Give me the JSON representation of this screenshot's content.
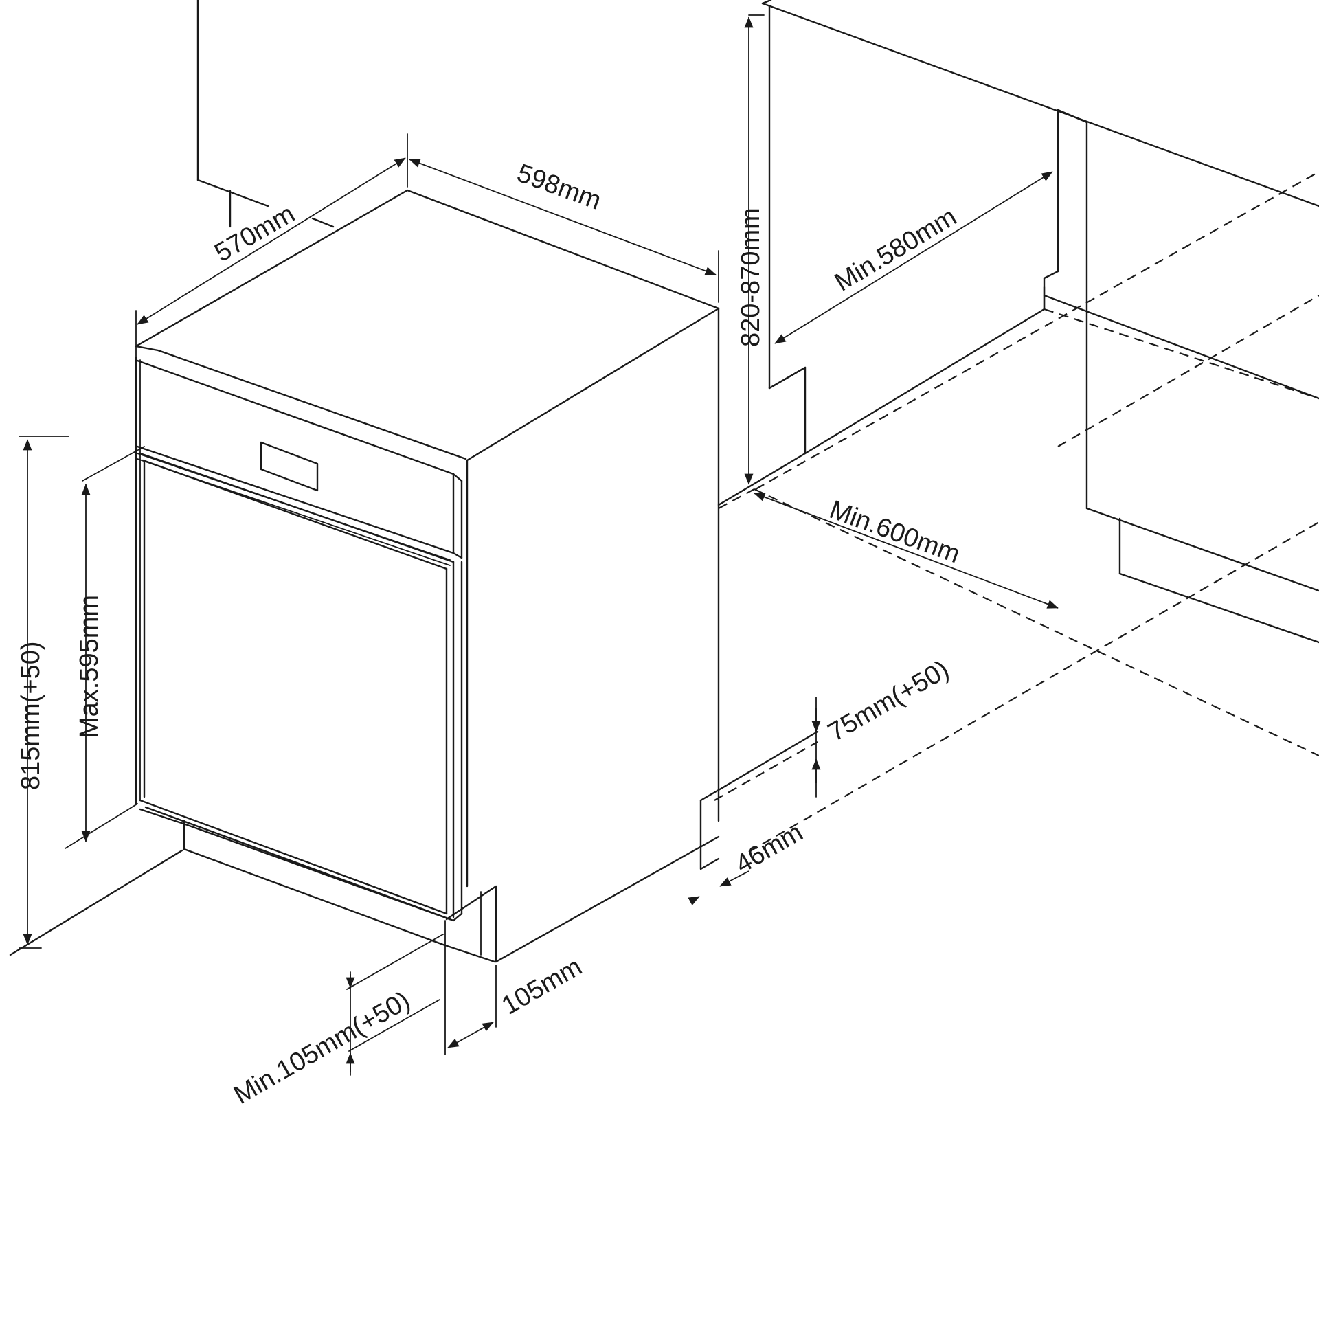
{
  "labels": {
    "depth": "570mm",
    "width": "598mm",
    "niche_height": "820-870mm",
    "niche_depth": "Min.580mm",
    "niche_width": "Min.600mm",
    "plinth_adjust": "75mm(+50)",
    "side_gap": "46mm",
    "height": "815mm(+50)",
    "door_height": "Max.595mm",
    "front_gap": "105mm",
    "front_min": "Min.105mm(+50)"
  }
}
